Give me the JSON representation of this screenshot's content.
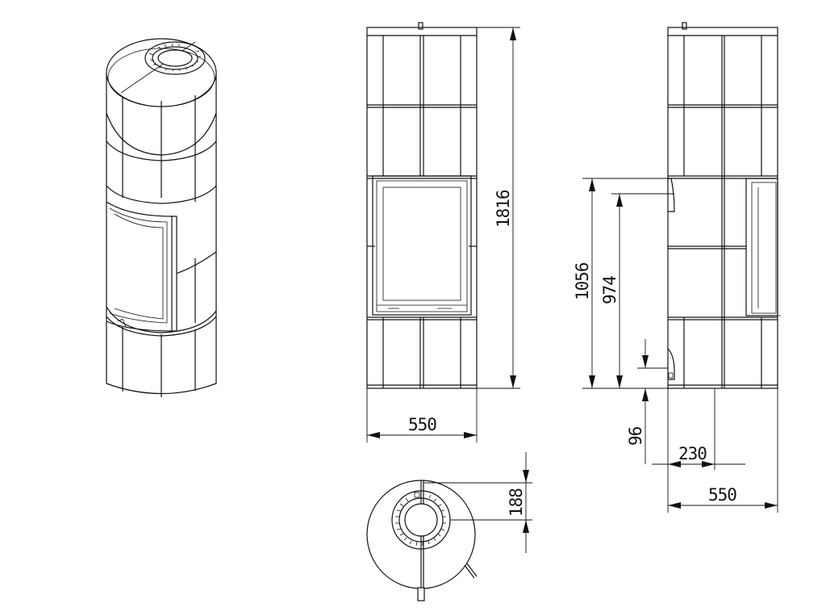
{
  "dimensions": {
    "front_width": "550",
    "total_height": "1816",
    "side_outlet_height": "1056",
    "side_inlet_height": "974",
    "side_floor_inlet": "96",
    "side_outlet_offset": "230",
    "side_depth": "550",
    "top_offset": "188"
  }
}
